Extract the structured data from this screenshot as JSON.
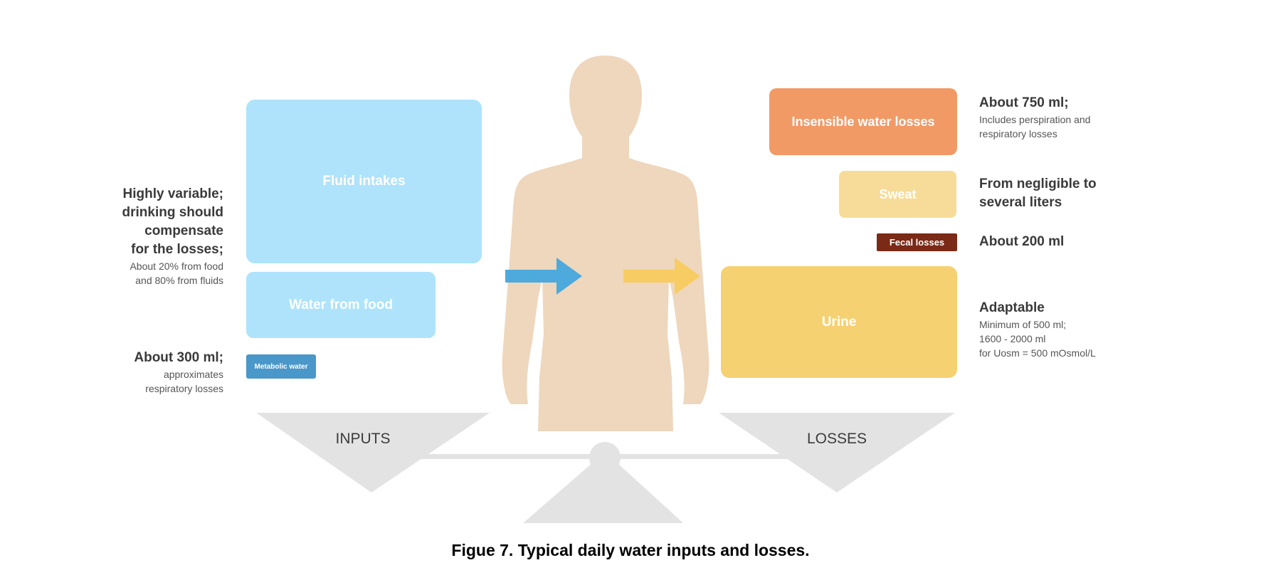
{
  "inputs": {
    "fluid_intakes": "Fluid intakes",
    "water_from_food": "Water from food",
    "metabolic_water": "Metabolic water",
    "note_main": [
      "Highly variable;",
      "drinking should",
      "compensate",
      "for the losses;"
    ],
    "note_sub": [
      "About 20% from food",
      "and 80% from fluids"
    ],
    "metabolic_note_main": "About 300 ml;",
    "metabolic_note_sub": [
      "approximates",
      "respiratory losses"
    ]
  },
  "losses": {
    "insensible": "Insensible water losses",
    "sweat": "Sweat",
    "fecal": "Fecal losses",
    "urine": "Urine",
    "insensible_note_main": "About 750 ml;",
    "insensible_note_sub": [
      "Includes perspiration and",
      "respiratory losses"
    ],
    "sweat_note_main": [
      "From negligible to",
      "several liters"
    ],
    "fecal_note_main": "About 200 ml",
    "urine_note_main": "Adaptable",
    "urine_note_sub": [
      "Minimum of 500 ml;",
      "1600 - 2000 ml",
      "for Uosm = 500 mOsmol/L"
    ]
  },
  "scale": {
    "inputs_label": "INPUTS",
    "losses_label": "LOSSES"
  },
  "caption": "Figue 7. Typical daily water inputs and losses.",
  "colors": {
    "fluid": "#aee3fb",
    "food": "#aee3fb",
    "metabolic": "#4a97c9",
    "insensible": "#f19a66",
    "sweat": "#f6dc98",
    "fecal": "#7a2a16",
    "urine": "#f6d172",
    "body": "#eed7bd",
    "scale": "#e3e3e3",
    "arrow_in": "#4ea9dc",
    "arrow_out": "#f7cc63"
  },
  "icons": {
    "body": "human-silhouette-icon",
    "arrow_in": "arrow-right-icon",
    "arrow_out": "arrow-right-icon",
    "scale": "balance-scale-icon"
  }
}
